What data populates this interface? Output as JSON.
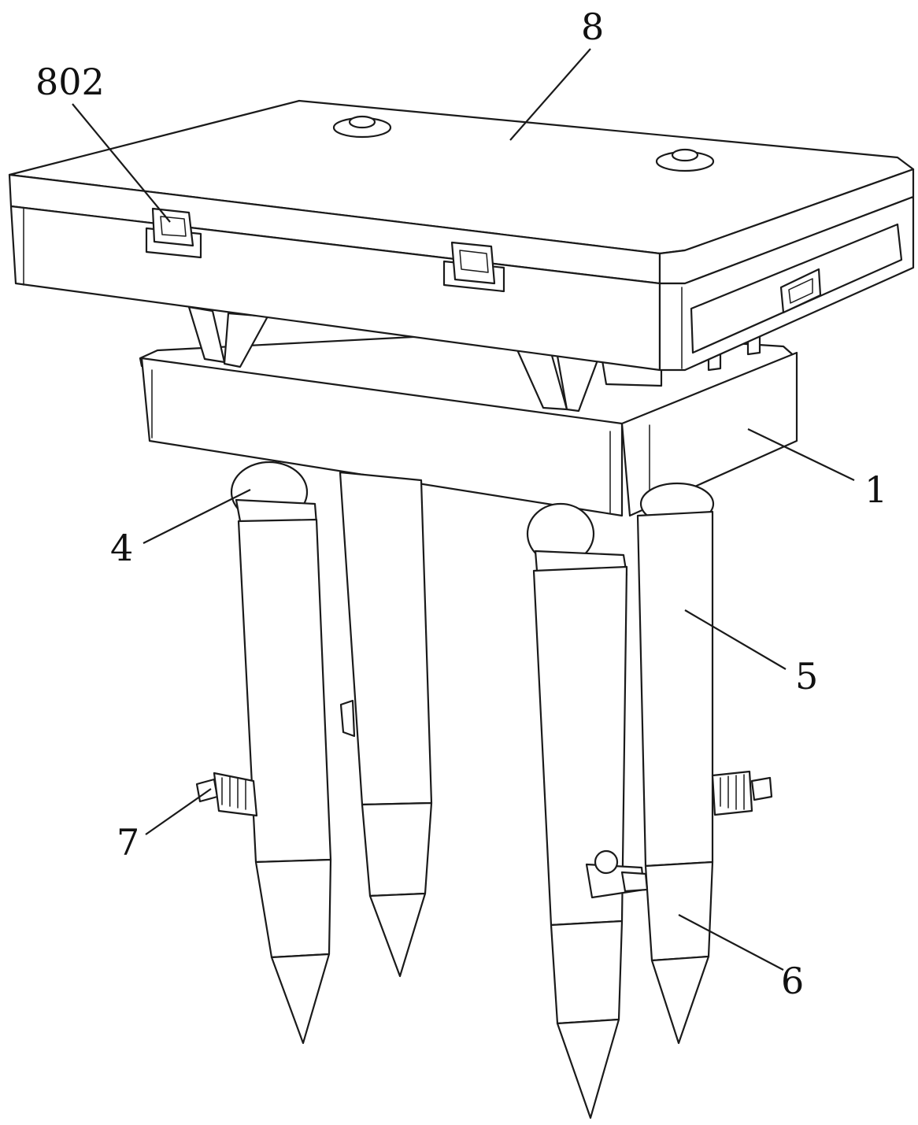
{
  "figure": {
    "callouts": {
      "enclosure": "8",
      "latch": "802",
      "base_frame": "1",
      "ball_joint": "4",
      "upper_leg": "5",
      "lower_spike": "6",
      "clamp_bolt": "7"
    }
  },
  "colors": {
    "line": "#1a1a1a",
    "background": "#ffffff"
  }
}
